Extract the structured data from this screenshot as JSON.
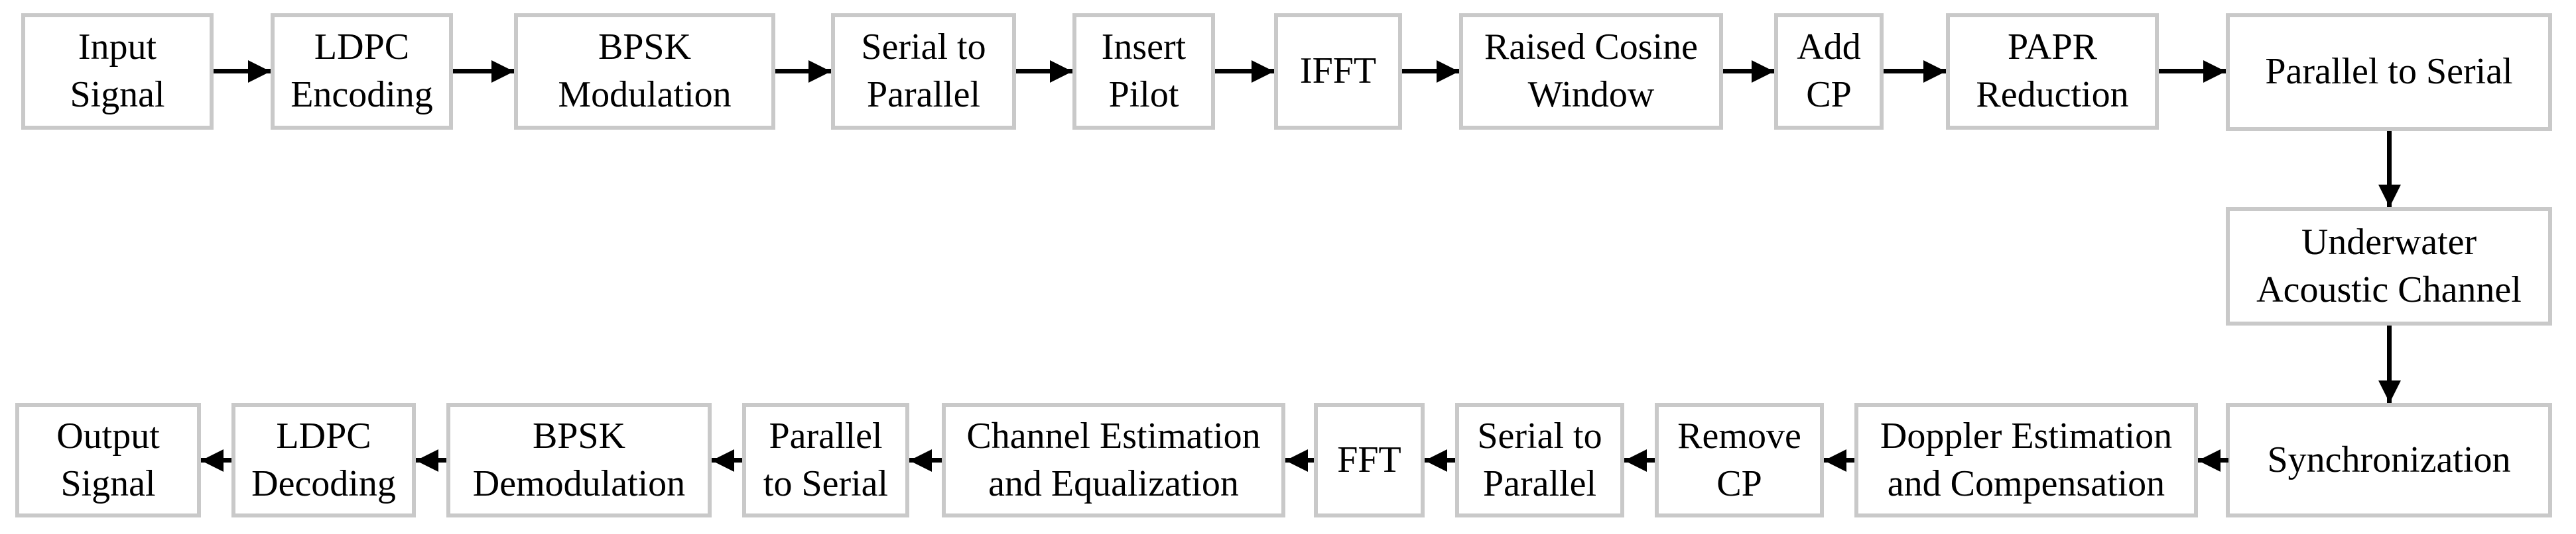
{
  "diagram": {
    "type": "block-diagram",
    "colors": {
      "background": "#ffffff",
      "box_fill": "#ffffff",
      "box_border": "#c9c9c9",
      "text": "#000000",
      "arrow": "#000000"
    },
    "transmitter": {
      "nodes": [
        {
          "label": "Input\nSignal"
        },
        {
          "label": "LDPC\nEncoding"
        },
        {
          "label": "BPSK\nModulation"
        },
        {
          "label": "Serial to\nParallel"
        },
        {
          "label": "Insert\nPilot"
        },
        {
          "label": "IFFT"
        },
        {
          "label": "Raised Cosine\nWindow"
        },
        {
          "label": "Add\nCP"
        },
        {
          "label": "PAPR\nReduction"
        },
        {
          "label": "Parallel to Serial"
        }
      ]
    },
    "channel": {
      "label": "Underwater\nAcoustic Channel"
    },
    "receiver": {
      "nodes": [
        {
          "label": "Synchronization"
        },
        {
          "label": "Doppler Estimation\nand Compensation"
        },
        {
          "label": "Remove\nCP"
        },
        {
          "label": "Serial to\nParallel"
        },
        {
          "label": "FFT"
        },
        {
          "label": "Channel Estimation\nand Equalization"
        },
        {
          "label": "Parallel\nto Serial"
        },
        {
          "label": "BPSK\nDemodulation"
        },
        {
          "label": "LDPC\nDecoding"
        },
        {
          "label": "Output\nSignal"
        }
      ]
    }
  }
}
